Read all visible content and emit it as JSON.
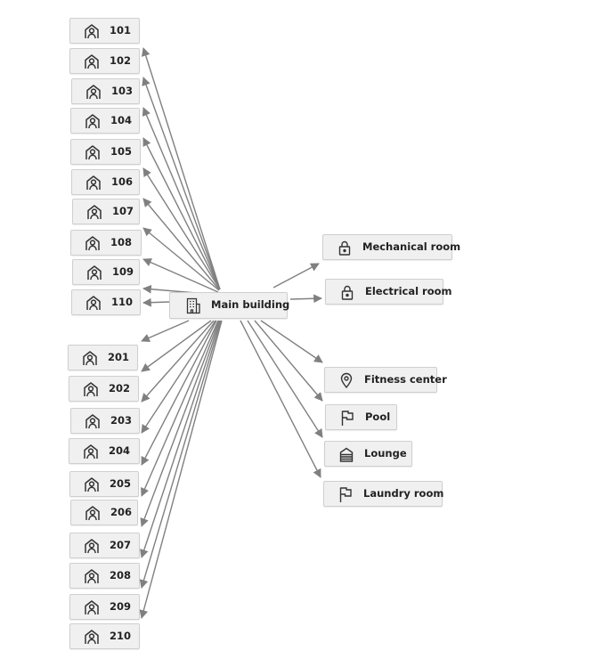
{
  "hub": {
    "label": "Main building",
    "icon": "building-icon"
  },
  "rooms_floor1": [
    {
      "label": "101",
      "icon": "room-icon"
    },
    {
      "label": "102",
      "icon": "room-icon"
    },
    {
      "label": "103",
      "icon": "room-icon"
    },
    {
      "label": "104",
      "icon": "room-icon"
    },
    {
      "label": "105",
      "icon": "room-icon"
    },
    {
      "label": "106",
      "icon": "room-icon"
    },
    {
      "label": "107",
      "icon": "room-icon"
    },
    {
      "label": "108",
      "icon": "room-icon"
    },
    {
      "label": "109",
      "icon": "room-icon"
    },
    {
      "label": "110",
      "icon": "room-icon"
    }
  ],
  "rooms_floor2": [
    {
      "label": "201",
      "icon": "room-icon"
    },
    {
      "label": "202",
      "icon": "room-icon"
    },
    {
      "label": "203",
      "icon": "room-icon"
    },
    {
      "label": "204",
      "icon": "room-icon"
    },
    {
      "label": "205",
      "icon": "room-icon"
    },
    {
      "label": "206",
      "icon": "room-icon"
    },
    {
      "label": "207",
      "icon": "room-icon"
    },
    {
      "label": "208",
      "icon": "room-icon"
    },
    {
      "label": "209",
      "icon": "room-icon"
    },
    {
      "label": "210",
      "icon": "room-icon"
    }
  ],
  "facilities": [
    {
      "label": "Mechanical room",
      "icon": "lock-icon"
    },
    {
      "label": "Electrical room",
      "icon": "lock-icon"
    },
    {
      "label": "Fitness center",
      "icon": "location-pin-icon"
    },
    {
      "label": "Pool",
      "icon": "flag-icon"
    },
    {
      "label": "Lounge",
      "icon": "lounge-icon"
    },
    {
      "label": "Laundry room",
      "icon": "flag-icon"
    }
  ],
  "colors": {
    "edge": "#808080",
    "icon": "#333333",
    "node_bg": "#f0f0f0",
    "node_border": "#cfcfcf"
  }
}
